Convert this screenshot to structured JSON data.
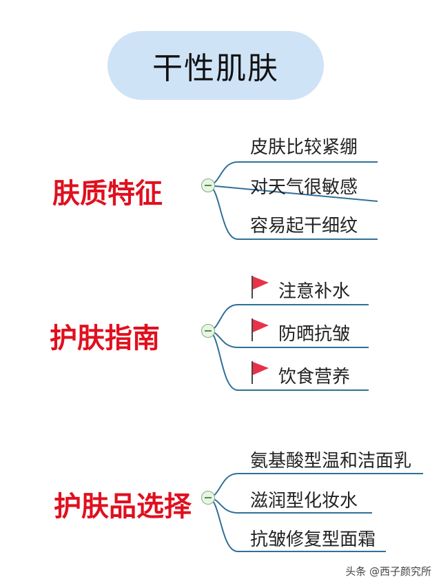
{
  "title": "干性肌肤",
  "sections": [
    {
      "name": "肤质特征",
      "items": [
        "皮肤比较紧绷",
        "对天气很敏感",
        "容易起干细纹"
      ],
      "flags": false
    },
    {
      "name": "护肤指南",
      "items": [
        "注意补水",
        "防晒抗皱",
        "饮食营养"
      ],
      "flags": true
    },
    {
      "name": "护肤品选择",
      "items": [
        "氨基酸型温和洁面乳",
        "滋润型化妆水",
        "抗皱修复型面霜"
      ],
      "flags": false
    }
  ],
  "colors": {
    "title_bg": "#cfe3f6",
    "section_title": "#e0101f",
    "branch_line": "#2f6f99",
    "flag": "#e8324a"
  },
  "icons": [
    "collapse-icon",
    "red-flag-icon"
  ],
  "watermark": "头条 @西子颜究所"
}
